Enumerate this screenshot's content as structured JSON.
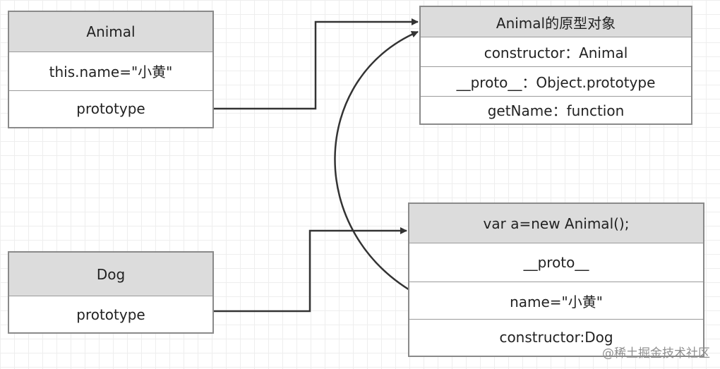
{
  "animal_box": {
    "title": "Animal",
    "rows": [
      "this.name=\"小黄\"",
      "prototype"
    ]
  },
  "prototype_box": {
    "title": "Animal的原型对象",
    "rows": [
      "constructor：Animal",
      "__proto__：Object.prototype",
      "getName：function"
    ]
  },
  "dog_box": {
    "title": "Dog",
    "rows": [
      "prototype"
    ]
  },
  "instance_box": {
    "title": "var a=new Animal();",
    "rows": [
      "__proto__",
      "name=\"小黄\"",
      "constructor:Dog"
    ]
  },
  "watermark": "@稀土掘金技术社区",
  "colors": {
    "header_fill": "#dcdcdc",
    "border": "#8a8a8a",
    "arrow": "#333333",
    "grid": "#eeeeee"
  }
}
